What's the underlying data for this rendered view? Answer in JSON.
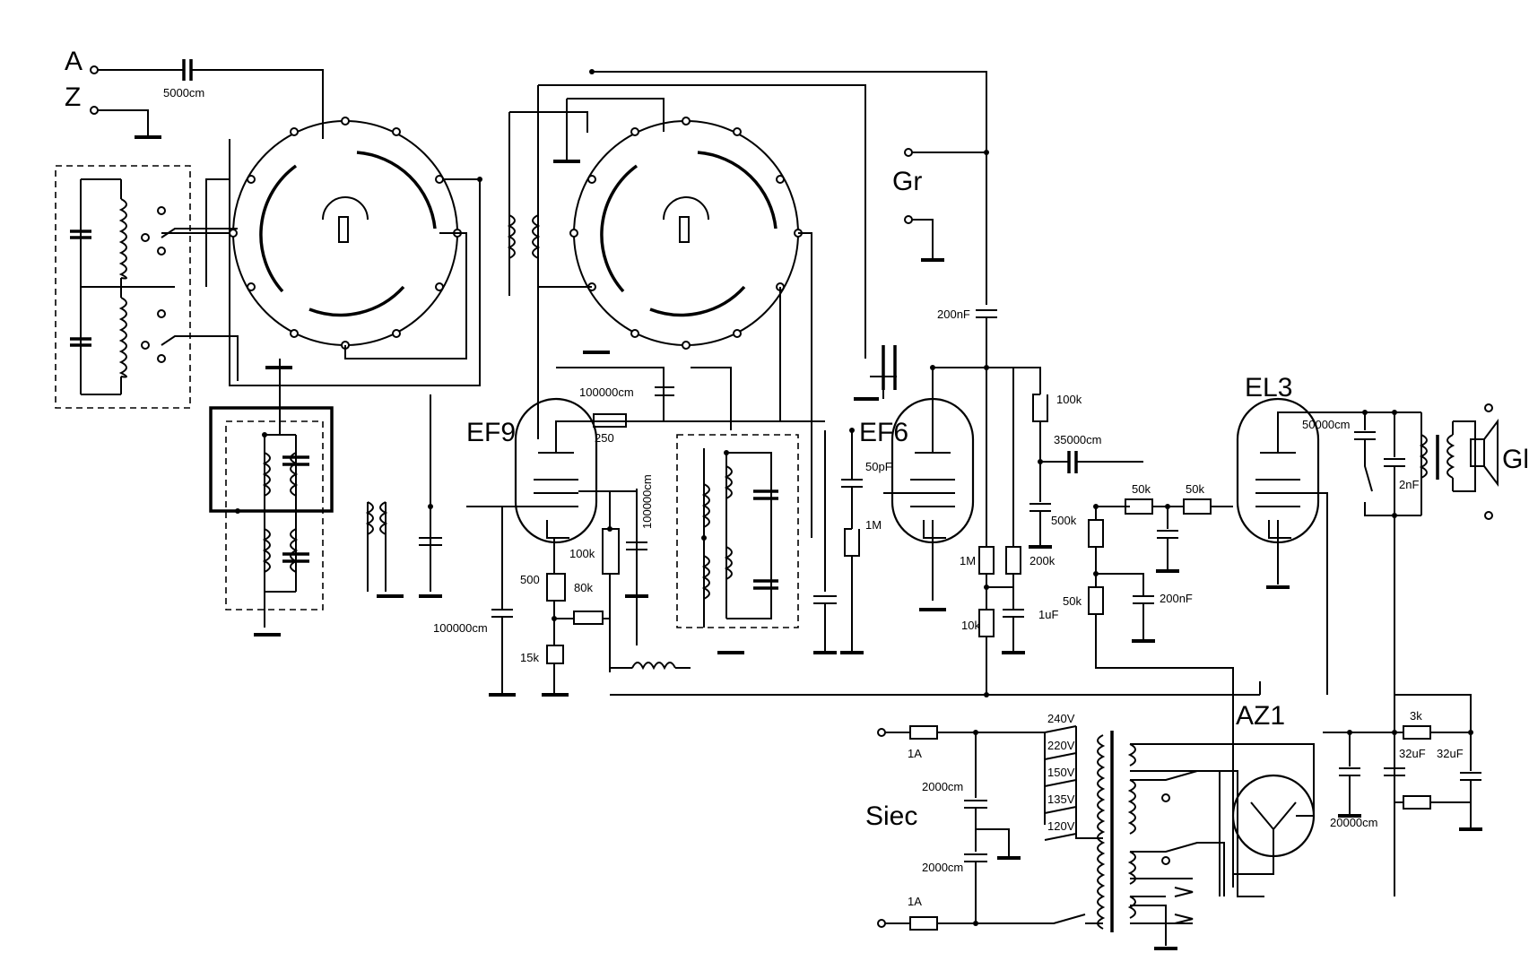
{
  "labels": {
    "antenna": "A",
    "ground": "Z",
    "gramophone": "Gr",
    "speaker": "Gl",
    "mains": "Siec",
    "fuse": "1A",
    "c_antenna": "5000cm"
  },
  "tubes": {
    "ef9": "EF9",
    "ef6": "EF6",
    "el3": "EL3",
    "az1": "AZ1"
  },
  "components": {
    "c_100000cm": "100000cm",
    "r_250": "250",
    "r_100k": "100k",
    "r_500": "500",
    "r_80k": "80k",
    "r_15k": "15k",
    "c_200nF": "200nF",
    "r_1M": "1M",
    "c_50pF": "50pF",
    "r_10k": "10k",
    "r_200k": "200k",
    "c_1uF": "1uF",
    "c_35000cm": "35000cm",
    "r_500k": "500k",
    "r_50k": "50k",
    "c_50000cm": "50000cm",
    "c_2nF": "2nF",
    "c_2000cm": "2000cm",
    "c_20000cm": "20000cm",
    "r_3k": "3k",
    "c_32uF": "32uF"
  },
  "voltages": [
    "240V",
    "220V",
    "150V",
    "135V",
    "120V"
  ]
}
